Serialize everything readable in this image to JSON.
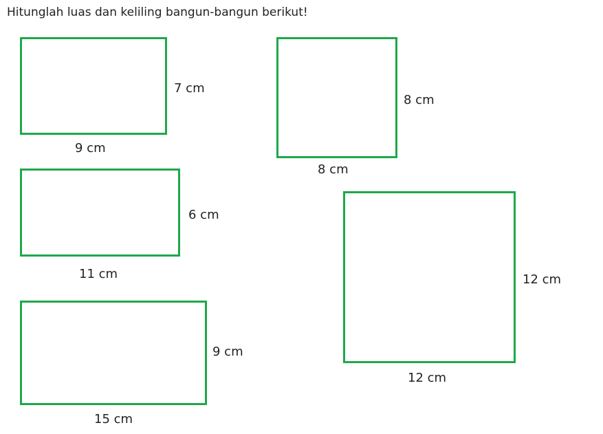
{
  "instruction": "Hitunglah luas dan keliling bangun-bangun berikut!",
  "shapes": [
    {
      "type": "rectangle",
      "length_label": "9 cm",
      "width_label": "7 cm"
    },
    {
      "type": "square",
      "length_label": "8 cm",
      "width_label": "8 cm"
    },
    {
      "type": "rectangle",
      "length_label": "11 cm",
      "width_label": "6 cm"
    },
    {
      "type": "square",
      "length_label": "12 cm",
      "width_label": "12 cm"
    },
    {
      "type": "rectangle",
      "length_label": "15 cm",
      "width_label": "9 cm"
    }
  ],
  "colors": {
    "outline": "#1ea84a",
    "text": "#231f20"
  }
}
